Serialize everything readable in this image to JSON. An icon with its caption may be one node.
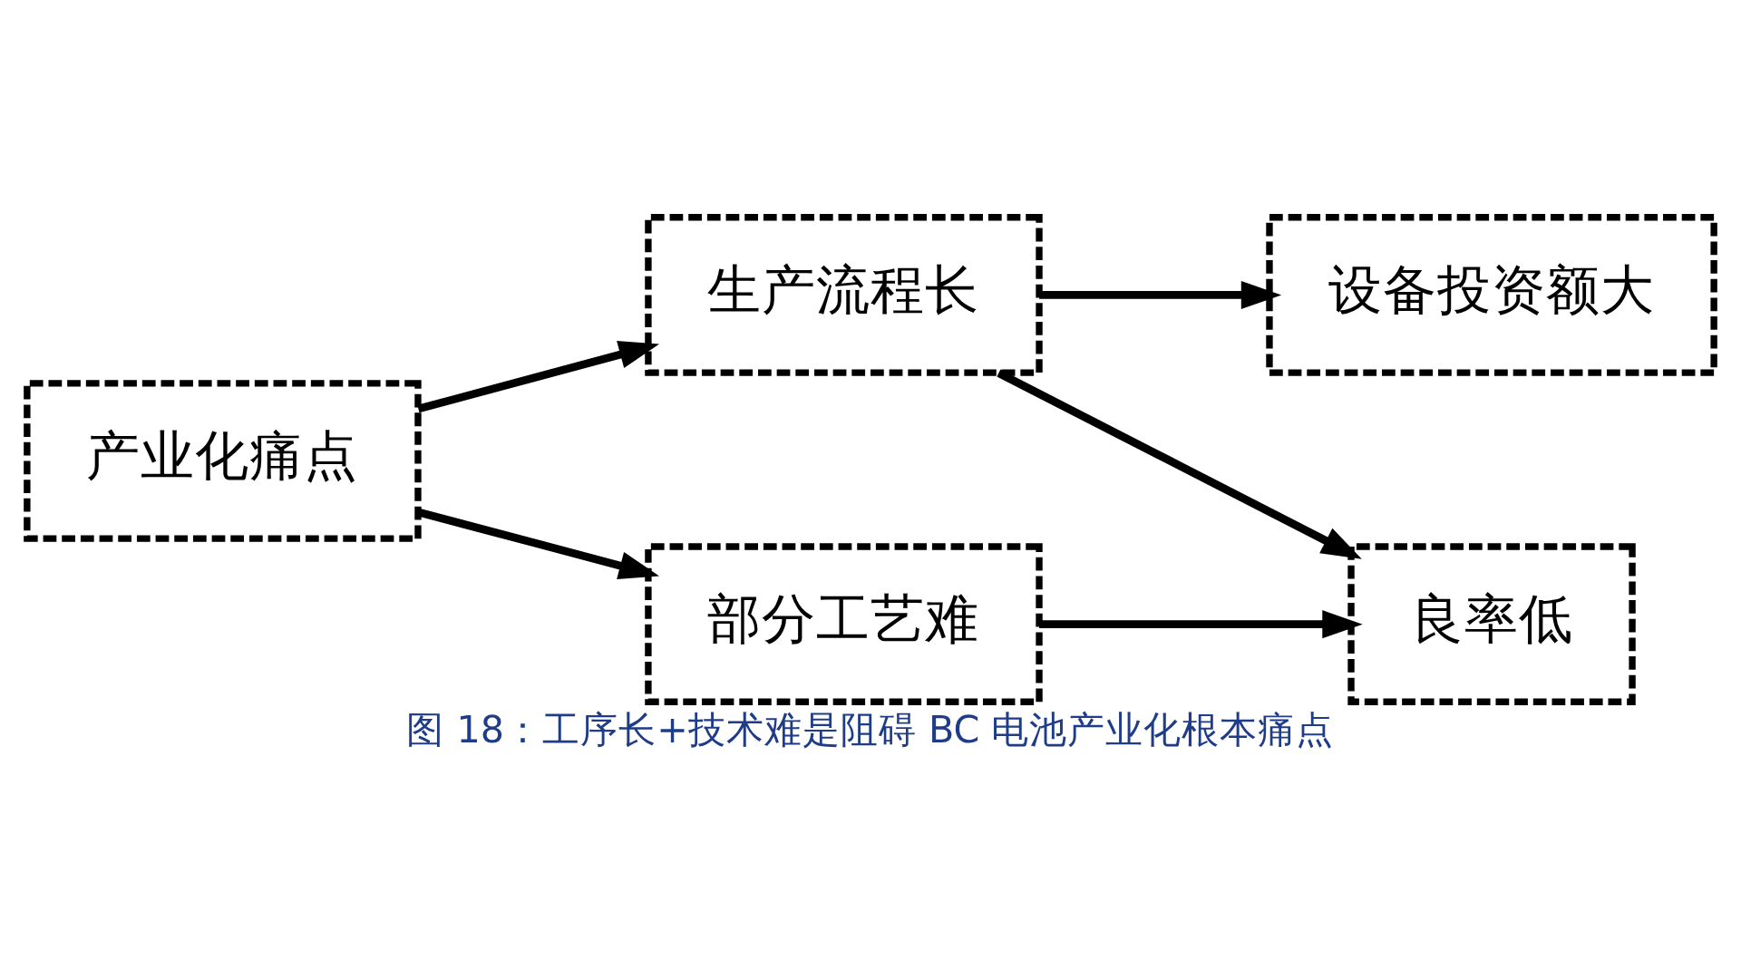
{
  "diagram": {
    "caption": "图 18：工序长+技术难是阻碍 BC 电池产业化根本痛点",
    "nodes": [
      {
        "text": [
          "产业化痛点"
        ]
      },
      {
        "text": [
          "生产流程长"
        ]
      },
      {
        "text": [
          "部分工艺难"
        ]
      },
      {
        "text": [
          "设备投资额大"
        ]
      },
      {
        "text": [
          "良率低"
        ]
      }
    ],
    "edges": [
      {
        "from": 0,
        "to": 1,
        "arrow": "to"
      },
      {
        "from": 0,
        "to": 2,
        "arrow": "to"
      },
      {
        "from": 1,
        "to": 3,
        "arrow": "to"
      },
      {
        "from": 1,
        "to": 4,
        "arrow": "to"
      },
      {
        "from": 2,
        "to": 4,
        "arrow": "to"
      }
    ]
  }
}
